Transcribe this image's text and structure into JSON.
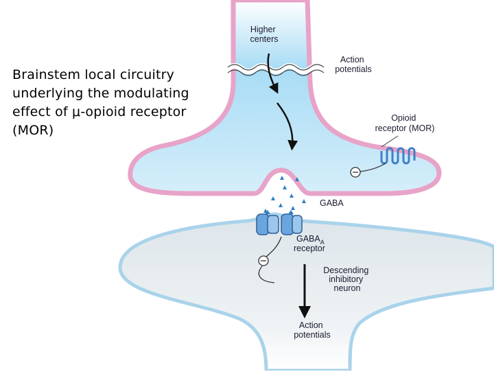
{
  "caption": {
    "lines": [
      "Brainstem local circuitry",
      "underlying the modulating",
      "effect of μ-opioid receptor",
      "(MOR)"
    ]
  },
  "labels": {
    "higher_centers": [
      "Higher",
      "centers"
    ],
    "action_potentials_top": [
      "Action",
      "potentials"
    ],
    "opioid_receptor": [
      "Opioid",
      "receptor (MOR)"
    ],
    "gaba": "GABA",
    "gaba_a_receptor_main": "GABA",
    "gaba_a_receptor_sub": "A",
    "gaba_a_receptor_word": "receptor",
    "descending_neuron": [
      "Descending",
      "inhibitory",
      "neuron"
    ],
    "action_potentials_bottom": [
      "Action",
      "potentials"
    ]
  },
  "colors": {
    "presynaptic_fill": "#bfe3f6",
    "presynaptic_membrane": "#e8a3c8",
    "postsynaptic_fill": "#e4eaee",
    "postsynaptic_membrane": "#a9d3ea",
    "receptor": "#3f7fc7",
    "gaba_molecule": "#2f7fc0"
  }
}
